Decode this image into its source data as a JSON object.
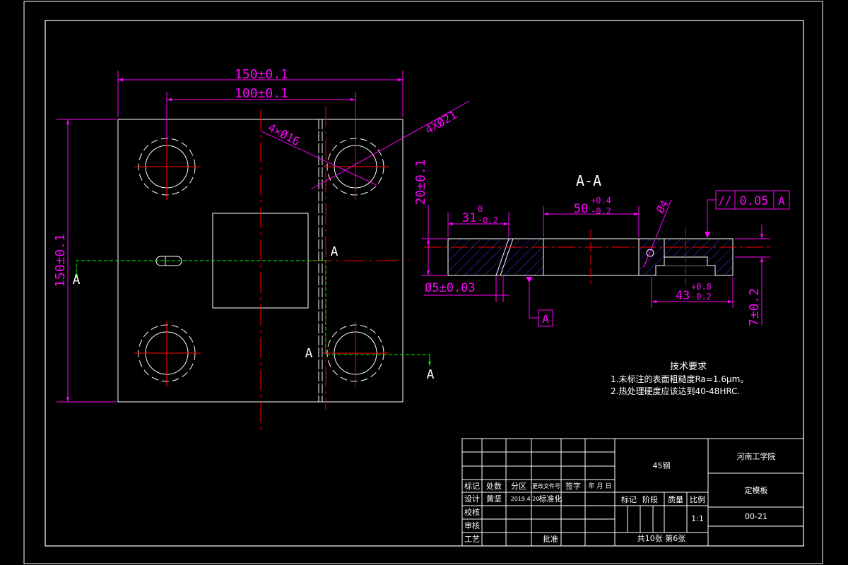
{
  "colors": {
    "background": "#000000",
    "outline": "#ffffff",
    "dimension": "#ff00ff",
    "centerline": "#ff0000",
    "hatch": "#3a3aff",
    "section_line": "#00ff00"
  },
  "plan_view": {
    "dim_width_outer": "150±0.1",
    "dim_width_inner": "100±0.1",
    "dim_height": "150±0.1",
    "hole_large": "4XØ21",
    "hole_small": "4×Ø16",
    "section_marks": [
      "A",
      "A",
      "A",
      "A"
    ]
  },
  "section_view": {
    "title": "A-A",
    "dim_thickness": "20±0.1",
    "dim_left": "31",
    "dim_left_upper": "0",
    "dim_left_lower": "-0.2",
    "dim_mid": "50",
    "dim_mid_upper": "+0.4",
    "dim_mid_lower": "-0.2",
    "dim_hole": "Ø4",
    "dim_pin": "Ø5±0.03",
    "dim_slot": "43",
    "dim_slot_upper": "+0.8",
    "dim_slot_lower": "-0.2",
    "dim_depth": "7±0.2",
    "datum": "A",
    "tolerance_symbol": "//",
    "tolerance_value": "0.05",
    "tolerance_datum": "A"
  },
  "notes": {
    "title": "技术要求",
    "line1": "1.未标注的表面粗糙度Ra=1.6μm。",
    "line2": "2.热处理硬度应该达到40-48HRC."
  },
  "title_block": {
    "material": "45钢",
    "school": "河南工学院",
    "part_name": "定模板",
    "drawing_no": "00-21",
    "scale": "1:1",
    "sheets": "共10张 第6张",
    "hdr_mark": "标记",
    "hdr_count": "处数",
    "hdr_zone": "分区",
    "hdr_docno": "更改文件号",
    "hdr_sign": "签字",
    "hdr_date": "年 月 日",
    "design": "设计",
    "designer": "黄坚",
    "design_date": "2019.4.20",
    "standard": "标准化",
    "check": "校核",
    "review": "审核",
    "process": "工艺",
    "approve": "批准",
    "stage_mark": "标记",
    "stage": "阶段",
    "weight": "质量",
    "ratio": "比例"
  }
}
